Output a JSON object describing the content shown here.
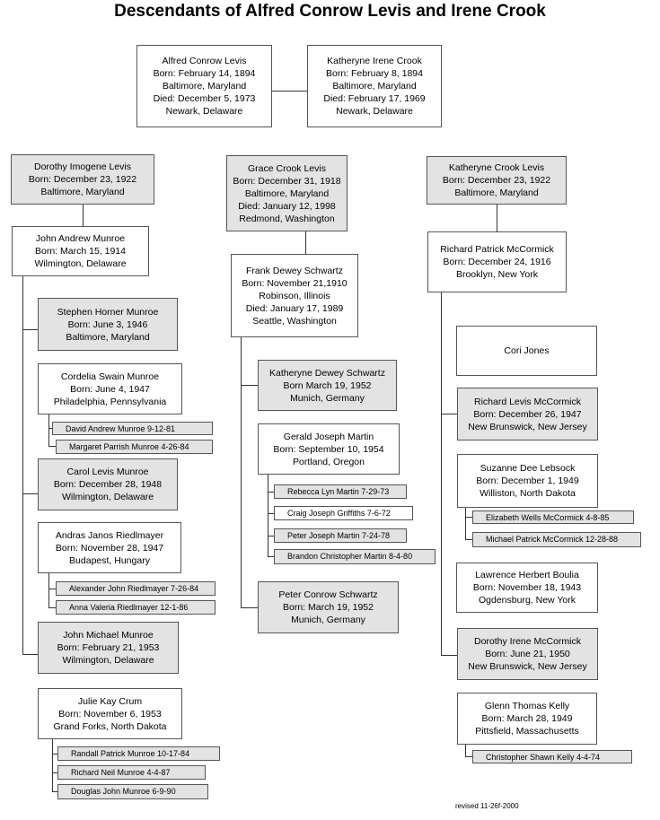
{
  "title": "Descendants of Alfred Conrow Levis and Irene Crook",
  "revised": "revised 11-26f-2000",
  "root": {
    "husband": [
      "Alfred Conrow Levis",
      "Born:  February 14, 1894",
      "Baltimore, Maryland",
      "Died: December 5, 1973",
      "Newark, Delaware"
    ],
    "wife": [
      "Katheryne Irene Crook",
      "Born: February 8, 1894",
      "Baltimore, Maryland",
      "Died: February 17, 1969",
      "Newark, Delaware"
    ]
  },
  "branch1": {
    "child": [
      "Dorothy Imogene Levis",
      "Born: December 23, 1922",
      "Baltimore, Maryland"
    ],
    "spouse": [
      "John Andrew Munroe",
      "Born: March 15, 1914",
      "Wilmington, Delaware"
    ],
    "children": [
      {
        "child": [
          "Stephen Horner Munroe",
          "Born: June 3, 1946",
          "Baltimore, Maryland"
        ],
        "spouse": [
          "Cordelia Swain Munroe",
          "Born: June 4, 1947",
          "Philadelphia, Pennsylvania"
        ],
        "kids": [
          "David Andrew Munroe  9-12-81",
          "Margaret Parrish Munroe 4-26-84"
        ]
      },
      {
        "child": [
          "Carol Levis Munroe",
          "Born: December 28, 1948",
          "Wilmington, Delaware"
        ],
        "spouse": [
          "Andras Janos Riedlmayer",
          "Born: November 28, 1947",
          "Budapest, Hungary"
        ],
        "kids": [
          "Alexander John Riedlmayer 7-26-84",
          "Anna Valeria Riedlmayer 12-1-86"
        ]
      },
      {
        "child": [
          "John Michael Munroe",
          "Born: February 21, 1953",
          "Wilmington, Delaware"
        ],
        "spouse": [
          "Julie Kay Crum",
          "Born: November 6, 1953",
          "Grand Forks, North Dakota"
        ],
        "kids": [
          "Randall Patrick Munroe 10-17-84",
          "Richard Neil Munroe 4-4-87",
          "Douglas John Munroe 6-9-90"
        ]
      }
    ]
  },
  "branch2": {
    "child": [
      "Grace Crook Levis",
      "Born: December 31, 1918",
      "Baltimore, Maryland",
      "Died: January 12, 1998",
      "Redmond, Washington"
    ],
    "spouse": [
      "Frank Dewey Schwartz",
      "Born: November 21,1910",
      "Robinson, Illinois",
      "Died: January 17, 1989",
      "Seattle, Washington"
    ],
    "children": [
      {
        "child": [
          "Katheryne Dewey Schwartz",
          "Born March 19, 1952",
          "Munich, Germany"
        ],
        "spouse": [
          "Gerald Joseph Martin",
          "Born: September 10, 1954",
          "Portland, Oregon"
        ],
        "kids": [
          "Rebecca Lyn Martin 7-29-73",
          "Craig Joseph Griffiths 7-6-72",
          "Peter Joseph Martin 7-24-78",
          "Brandon Christopher Martin 8-4-80"
        ]
      },
      {
        "child": [
          "Peter Conrow Schwartz",
          "Born: March 19, 1952",
          "Munich, Germany"
        ]
      }
    ]
  },
  "branch3": {
    "child": [
      "Katheryne Crook Levis",
      "Born: December 23, 1922",
      "Baltimore, Maryland"
    ],
    "spouse": [
      "Richard Patrick McCormick",
      "Born: December 24, 1916",
      "Brooklyn, New York"
    ],
    "children": [
      {
        "spouse": [
          "Cori Jones"
        ],
        "child": [
          "Richard Levis McCormick",
          "Born: December 26, 1947",
          "New Brunswick, New Jersey"
        ],
        "spouse2": [
          "Suzanne Dee Lebsock",
          "Born: December 1, 1949",
          "Williston, North Dakota"
        ],
        "kids": [
          "Elizabeth Wells McCormick 4-8-85",
          "Michael Patrick McCormick 12-28-88"
        ]
      },
      {
        "spouse": [
          "Lawrence Herbert Boulia",
          "Born: November 18, 1943",
          "Ogdensburg, New York"
        ],
        "child": [
          "Dorothy Irene McCormick",
          "Born: June 21, 1950",
          "New Brunswick, New Jersey"
        ],
        "spouse2": [
          "Glenn Thomas Kelly",
          "Born: March 28, 1949",
          "Pittsfield, Massachusetts"
        ],
        "kids": [
          "Christopher Shawn Kelly 4-4-74"
        ]
      }
    ]
  }
}
